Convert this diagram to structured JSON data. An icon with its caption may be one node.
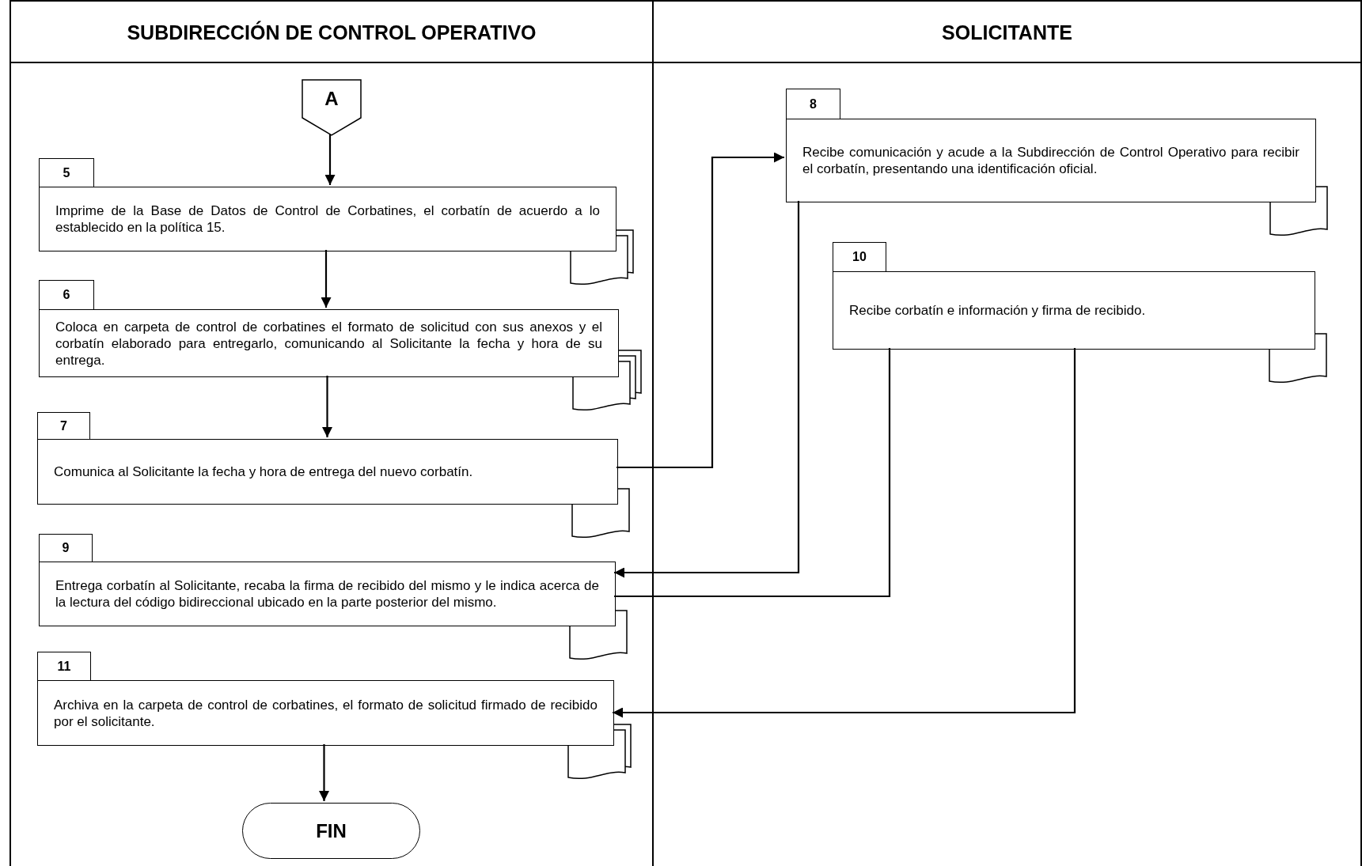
{
  "diagram": {
    "nodes": [
      {
        "text": [
          "SUBDIRECCIÓN DE CONTROL OPERATIVO"
        ]
      },
      {
        "text": [
          "SOLICITANTE"
        ]
      },
      {
        "text": [
          "A"
        ],
        "in": 0
      },
      {
        "text": [
          "5",
          "Imprime de la Base de Datos de Control de Corbatines, el corbatín de acuerdo a lo establecido en la política 15."
        ],
        "in": 0
      },
      {
        "text": [
          "6",
          "Coloca en carpeta de control de corbatines el formato de solicitud con sus anexos y el corbatín elaborado para entregarlo, comunicando al Solicitante la fecha y hora de su entrega."
        ],
        "in": 0
      },
      {
        "text": [
          "7",
          "Comunica al Solicitante la fecha y hora de entrega del nuevo corbatín."
        ],
        "in": 0
      },
      {
        "text": [
          "8",
          "Recibe comunicación y acude a la Subdirección de Control Operativo para recibir el corbatín, presentando una identificación oficial."
        ],
        "in": 1
      },
      {
        "text": [
          "9",
          "Entrega corbatín al Solicitante, recaba la firma de recibido del mismo y le indica acerca de la lectura del código bidireccional ubicado en la parte posterior del mismo."
        ],
        "in": 0
      },
      {
        "text": [
          "10",
          "Recibe corbatín e información y firma de recibido."
        ],
        "in": 1
      },
      {
        "text": [
          "11",
          "Archiva en la carpeta de control de corbatines, el formato de solicitud firmado de recibido por el solicitante."
        ],
        "in": 0
      },
      {
        "text": [
          "FIN"
        ],
        "in": 0
      }
    ],
    "edges": [
      {
        "from": 2,
        "to": 3,
        "arrow": "to"
      },
      {
        "from": 3,
        "to": 4,
        "arrow": "to"
      },
      {
        "from": 4,
        "to": 5,
        "arrow": "to"
      },
      {
        "from": 5,
        "to": 6,
        "arrow": "to"
      },
      {
        "from": 6,
        "to": 7,
        "arrow": "to"
      },
      {
        "from": 8,
        "to": 7,
        "arrow": "none"
      },
      {
        "from": 8,
        "to": 9,
        "arrow": "to"
      },
      {
        "from": 9,
        "to": 10,
        "arrow": "to"
      }
    ]
  }
}
